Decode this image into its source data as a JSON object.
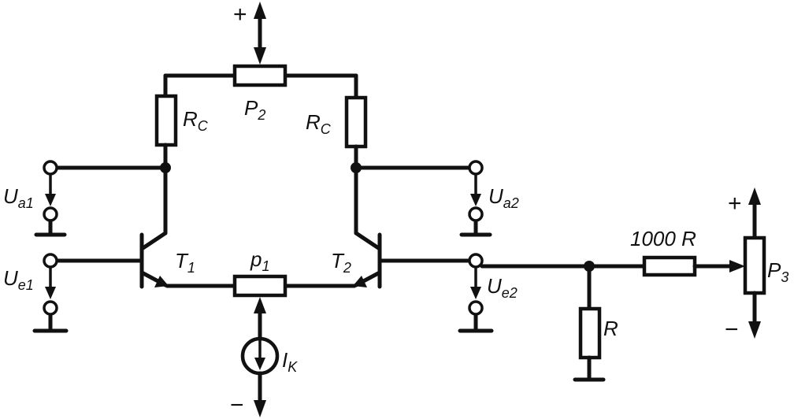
{
  "labels": {
    "plus_top": "+",
    "minus_bottom": "−",
    "plus_right": "+",
    "minus_right": "−",
    "p2": "P",
    "p2_sub": "2",
    "rc_left": "R",
    "rc_left_sub": "C",
    "rc_right": "R",
    "rc_right_sub": "C",
    "ua1": "U",
    "ua1_sub": "a1",
    "ua2": "U",
    "ua2_sub": "a2",
    "ue1": "U",
    "ue1_sub": "e1",
    "ue2": "U",
    "ue2_sub": "e2",
    "t1": "T",
    "t1_sub": "1",
    "t2": "T",
    "t2_sub": "2",
    "p1": "p",
    "p1_sub": "1",
    "ik": "I",
    "ik_sub": "K",
    "r_1000": "1000 R",
    "r": "R",
    "p3": "P",
    "p3_sub": "3"
  },
  "colors": {
    "ink": "#111111",
    "paper": "#ffffff"
  }
}
